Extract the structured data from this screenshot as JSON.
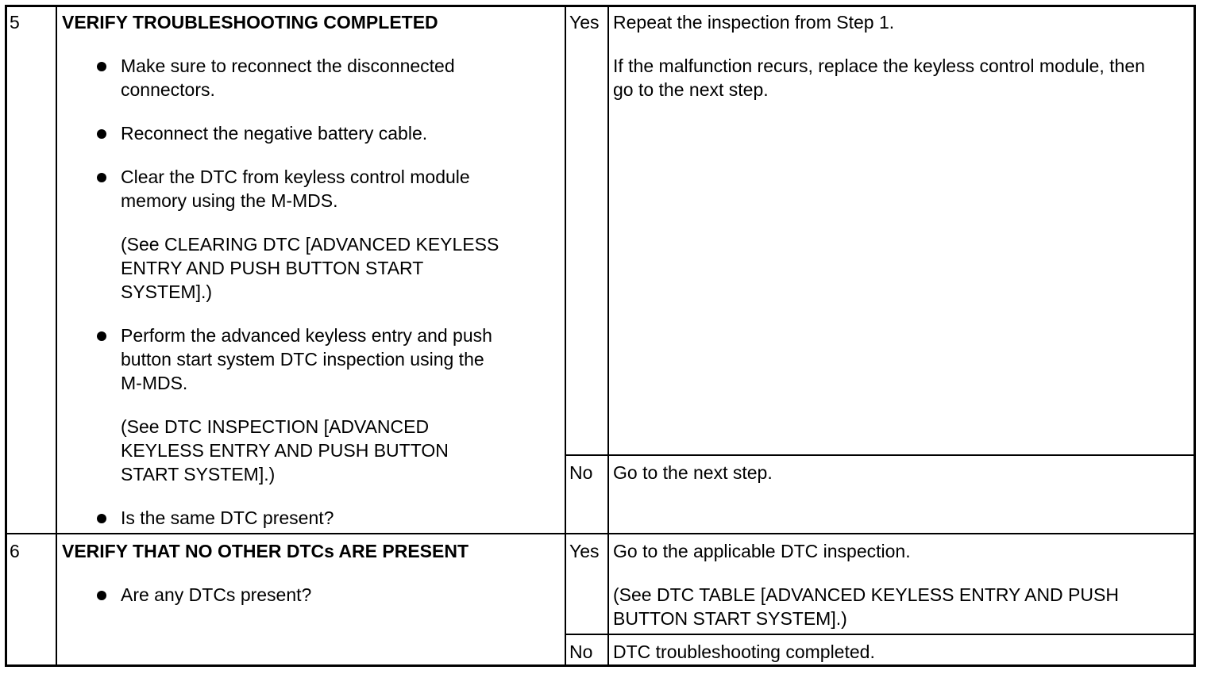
{
  "steps": [
    {
      "number": "5",
      "title": "VERIFY TROUBLESHOOTING COMPLETED",
      "items": [
        {
          "lines": [
            "Make sure to reconnect the disconnected",
            "connectors."
          ]
        },
        {
          "lines": [
            "Reconnect the negative battery cable."
          ]
        },
        {
          "lines": [
            "Clear the DTC from keyless control module",
            "memory using the M-MDS."
          ],
          "note_lines": [
            "(See CLEARING DTC [ADVANCED KEYLESS",
            "ENTRY AND PUSH BUTTON START",
            "SYSTEM].)"
          ]
        },
        {
          "lines": [
            "Perform the advanced keyless entry and push",
            "button start system DTC inspection using the",
            "M-MDS."
          ],
          "note_lines": [
            "(See DTC INSPECTION [ADVANCED",
            "KEYLESS ENTRY AND PUSH BUTTON",
            "START SYSTEM].)"
          ]
        },
        {
          "lines": [
            "Is the same DTC present?"
          ]
        }
      ],
      "results": [
        {
          "answer": "Yes",
          "lines": [
            "Repeat the inspection from Step 1."
          ],
          "lines2": [
            "If the malfunction recurs, replace the keyless control module, then",
            "go to the next step."
          ]
        },
        {
          "answer": "No",
          "lines": [
            "Go to the next step."
          ]
        }
      ]
    },
    {
      "number": "6",
      "title": "VERIFY THAT NO OTHER DTCs ARE PRESENT",
      "items": [
        {
          "lines": [
            "Are any DTCs present?"
          ]
        }
      ],
      "results": [
        {
          "answer": "Yes",
          "lines": [
            "Go to the applicable DTC inspection."
          ],
          "lines2": [
            "(See DTC TABLE [ADVANCED KEYLESS ENTRY AND PUSH",
            "BUTTON START SYSTEM].)"
          ]
        },
        {
          "answer": "No",
          "lines": [
            "DTC troubleshooting completed."
          ]
        }
      ]
    }
  ]
}
